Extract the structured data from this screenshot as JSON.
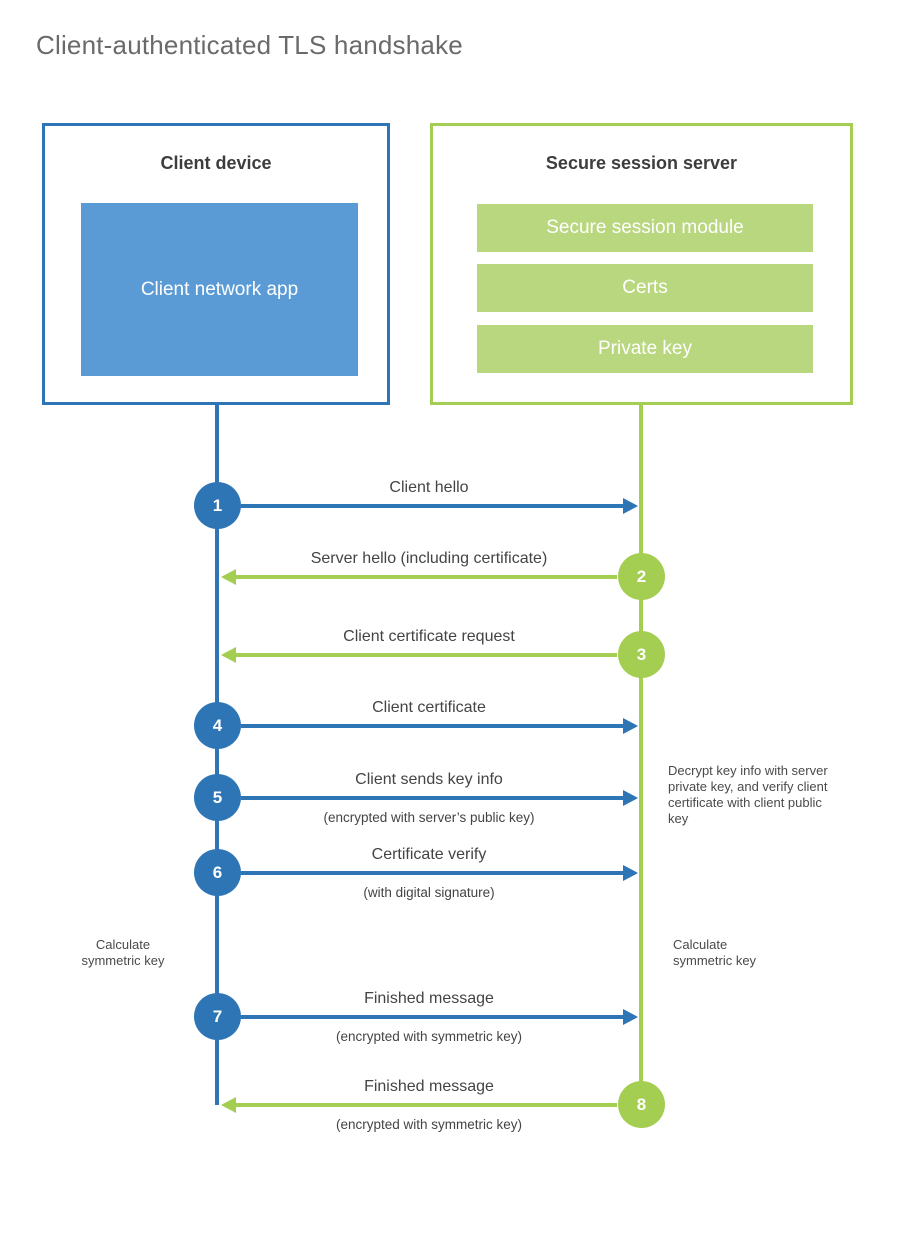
{
  "title": "Client-authenticated TLS handshake",
  "colors": {
    "blue": "#2e75b6",
    "blue_fill": "#5b9bd5",
    "green": "#a4ce52",
    "green_fill": "#b9d77f",
    "title_text": "#6a6a6a",
    "label_text": "#444444"
  },
  "client": {
    "title": "Client device",
    "app": "Client network app"
  },
  "server": {
    "title": "Secure session server",
    "modules": [
      "Secure session module",
      "Certs",
      "Private key"
    ]
  },
  "steps": [
    {
      "num": "1",
      "label": "Client hello",
      "sublabel": "",
      "direction": "right",
      "from": "client"
    },
    {
      "num": "2",
      "label": "Server hello (including certificate)",
      "sublabel": "",
      "direction": "left",
      "from": "server"
    },
    {
      "num": "3",
      "label": "Client certificate request",
      "sublabel": "",
      "direction": "left",
      "from": "server"
    },
    {
      "num": "4",
      "label": "Client certificate",
      "sublabel": "",
      "direction": "right",
      "from": "client"
    },
    {
      "num": "5",
      "label": "Client sends key info",
      "sublabel": "(encrypted with server’s public key)",
      "direction": "right",
      "from": "client"
    },
    {
      "num": "6",
      "label": "Certificate verify",
      "sublabel": "(with digital signature)",
      "direction": "right",
      "from": "client"
    },
    {
      "num": "7",
      "label": "Finished message",
      "sublabel": "(encrypted with symmetric key)",
      "direction": "right",
      "from": "client"
    },
    {
      "num": "8",
      "label": "Finished message",
      "sublabel": "(encrypted with symmetric key)",
      "direction": "left",
      "from": "server"
    }
  ],
  "notes": {
    "decrypt": "Decrypt key info with server private key, and verify client certificate with client public key",
    "calc_client": "Calculate symmetric key",
    "calc_server": "Calculate symmetric key"
  }
}
